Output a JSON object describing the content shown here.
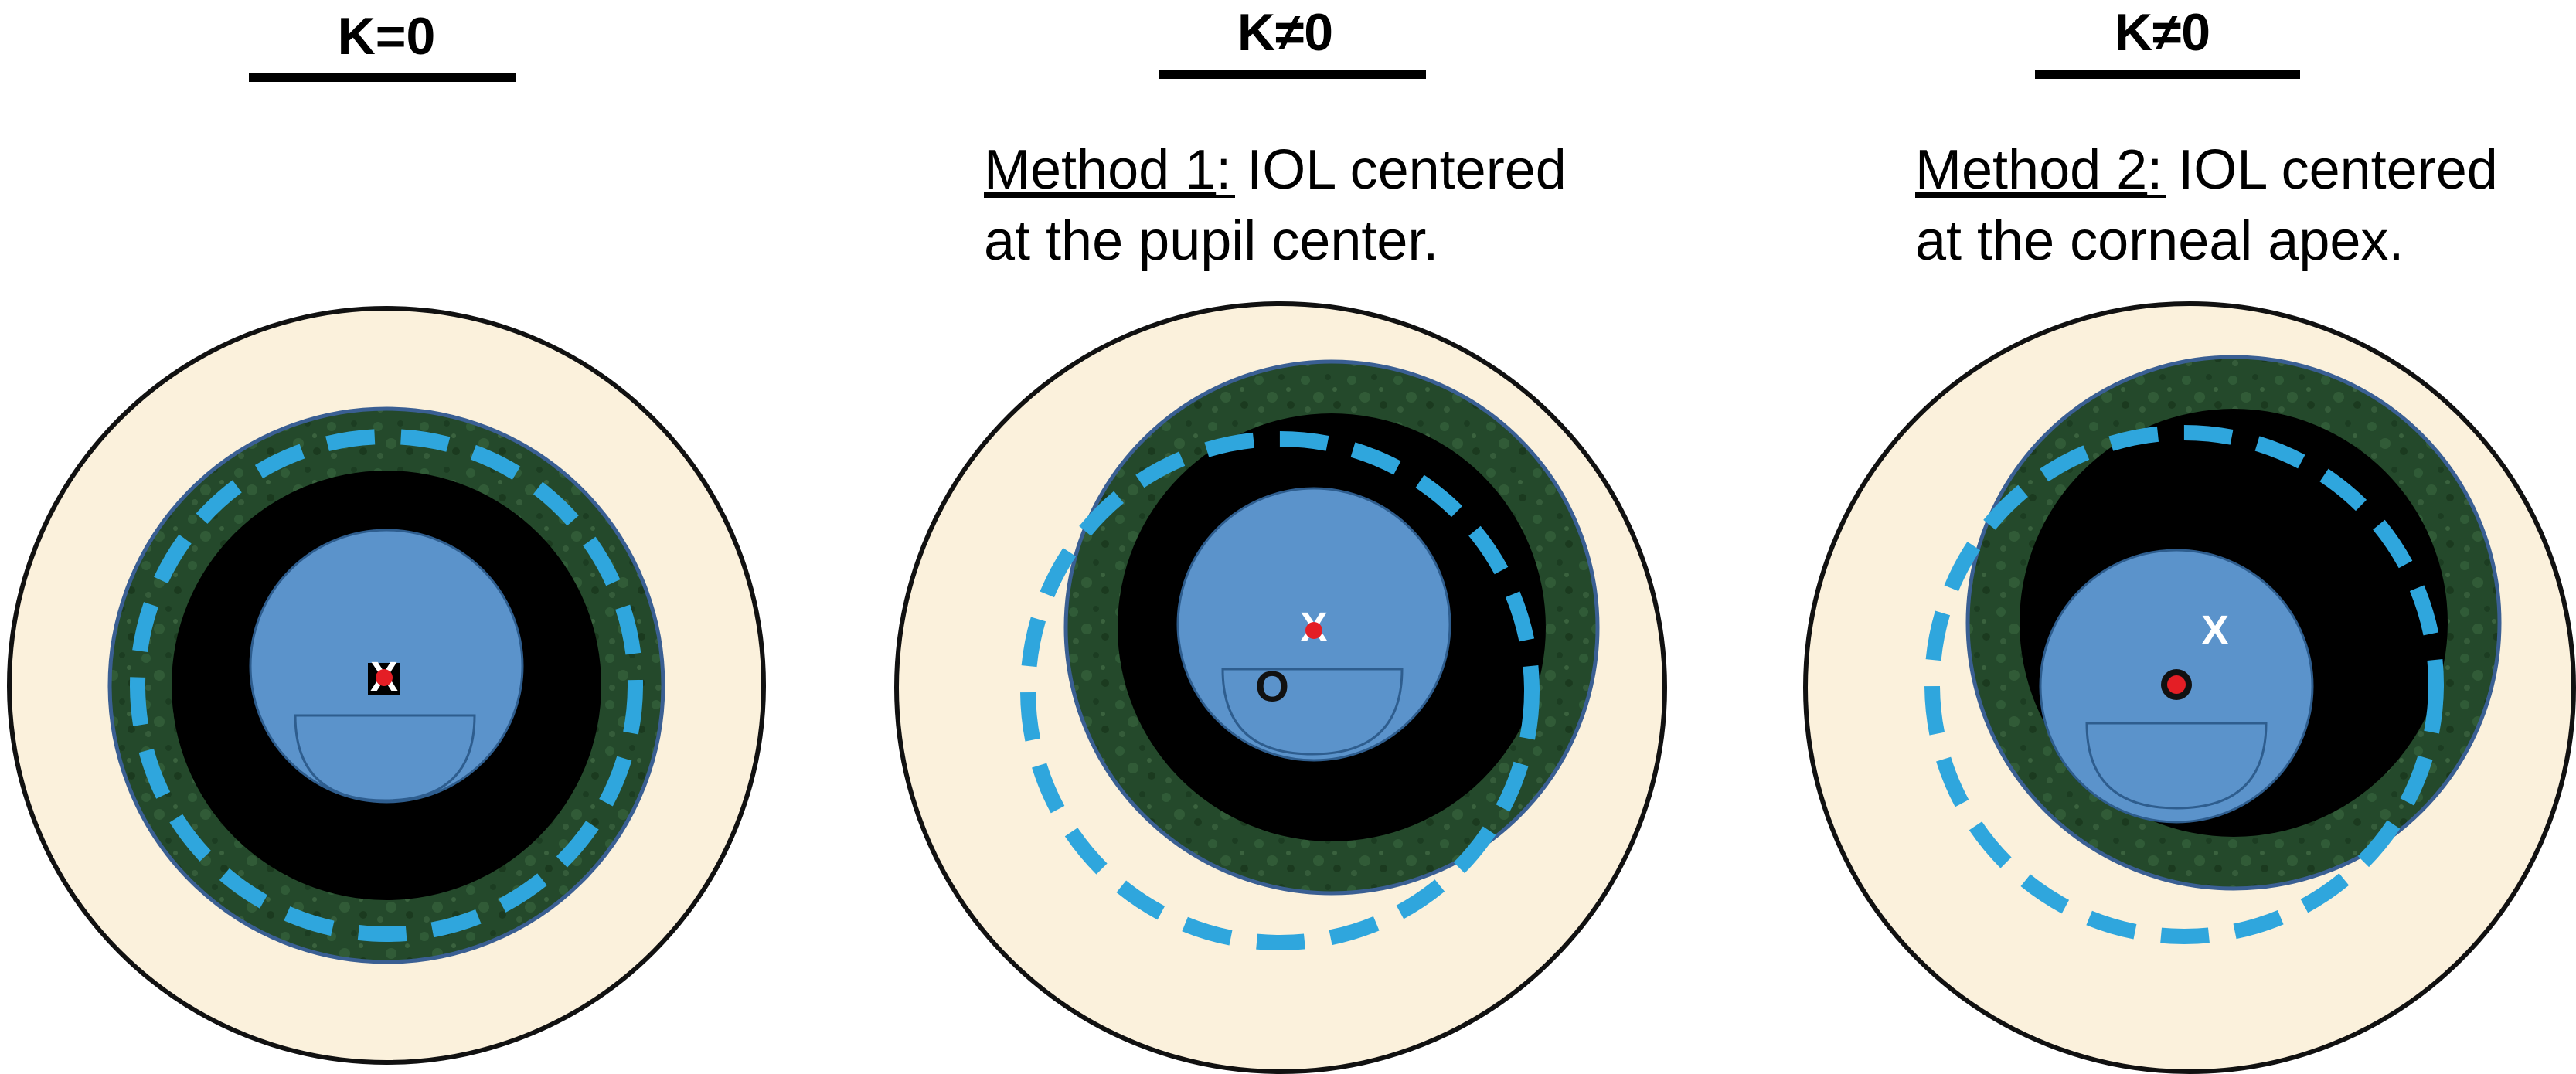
{
  "panels": [
    {
      "heading": "K=0",
      "caption_method": "",
      "caption_line1": "",
      "caption_line2": ""
    },
    {
      "heading": "K≠0",
      "caption_method": "Method 1",
      "caption_line1": ": IOL centered",
      "caption_line2": "at the pupil center."
    },
    {
      "heading": "K≠0",
      "caption_method": "Method 2",
      "caption_line1": ": IOL centered",
      "caption_line2": "at the corneal apex."
    }
  ],
  "markers": {
    "corneal_apex": "X",
    "pupil_center": "O"
  },
  "colors": {
    "sclera": "#fbf1dc",
    "iris": "#24492b",
    "pupil": "#000000",
    "iol": "#5b93cb",
    "capsulorhexis": "#2fa6dd",
    "center_dot": "#e41e25"
  }
}
